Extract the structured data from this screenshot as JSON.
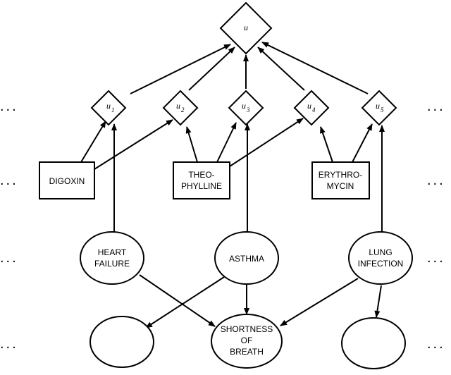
{
  "utility": {
    "main": "u",
    "sub": ""
  },
  "sub_utilities": [
    {
      "main": "u",
      "sub": "1"
    },
    {
      "main": "u",
      "sub": "2"
    },
    {
      "main": "u",
      "sub": "3"
    },
    {
      "main": "u",
      "sub": "4"
    },
    {
      "main": "u",
      "sub": "5"
    }
  ],
  "drugs": [
    {
      "lines": [
        "DIGOXIN"
      ]
    },
    {
      "lines": [
        "THEO-",
        "PHYLLINE"
      ]
    },
    {
      "lines": [
        "ERYTHRO-",
        "MYCIN"
      ]
    }
  ],
  "diseases": [
    {
      "lines": [
        "HEART",
        "FAILURE"
      ]
    },
    {
      "lines": [
        "ASTHMA"
      ]
    },
    {
      "lines": [
        "LUNG",
        "INFECTION"
      ]
    }
  ],
  "findings": [
    {
      "lines": []
    },
    {
      "lines": [
        "SHORTNESS",
        "OF",
        "BREATH"
      ]
    },
    {
      "lines": []
    }
  ],
  "ellipsis": "...",
  "colors": {
    "stroke": "#000000",
    "fill": "#ffffff"
  }
}
